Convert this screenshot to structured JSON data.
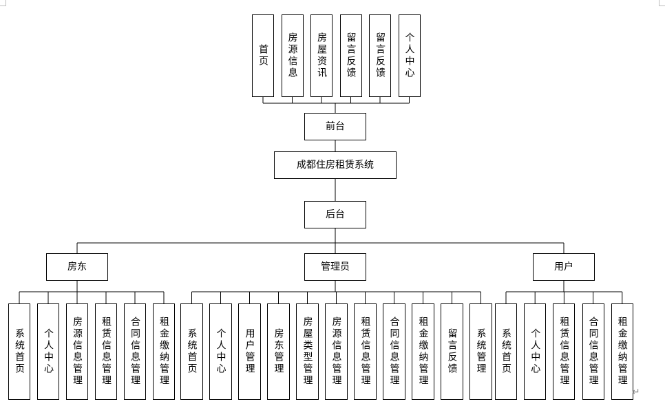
{
  "root": {
    "label": "成都住房租赁系统"
  },
  "front": {
    "label": "前台",
    "children": [
      "首页",
      "房源信息",
      "房屋资讯",
      "留言反馈",
      "留言反馈",
      "个人中心"
    ]
  },
  "back": {
    "label": "后台"
  },
  "landlord": {
    "label": "房东",
    "children": [
      "系统首页",
      "个人中心",
      "房源信息管理",
      "租赁信息管理",
      "合同信息管理",
      "租金缴纳管理"
    ]
  },
  "admin": {
    "label": "管理员",
    "children": [
      "系统首页",
      "个人中心",
      "用户管理",
      "房东管理",
      "房屋类型管理",
      "房源信息管理",
      "租赁信息管理",
      "合同信息管理",
      "租金缴纳管理",
      "留言反馈",
      "系统管理"
    ]
  },
  "user": {
    "label": "用户",
    "children": [
      "系统首页",
      "个人中心",
      "租赁信息管理",
      "合同信息管理",
      "租金缴纳管理"
    ]
  },
  "paragraph_mark": "↵"
}
